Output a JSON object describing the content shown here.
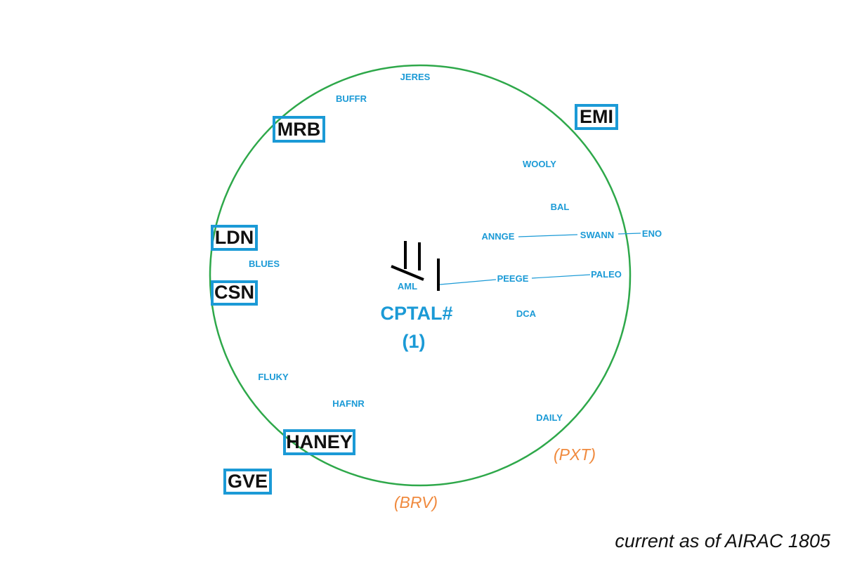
{
  "airspace": {
    "ring_color": "#2ea84a",
    "fix_color": "#1b9ad6",
    "orange_color": "#f08a3e"
  },
  "center": {
    "identifier": "CPTAL#",
    "version": "(1)",
    "airport": "AML"
  },
  "fixes": [
    {
      "id": "JERES",
      "name": "fix-jeres"
    },
    {
      "id": "BUFFR",
      "name": "fix-buffr"
    },
    {
      "id": "WOOLY",
      "name": "fix-wooly"
    },
    {
      "id": "BAL",
      "name": "fix-bal"
    },
    {
      "id": "ANNGE",
      "name": "fix-annge"
    },
    {
      "id": "SWANN",
      "name": "fix-swann"
    },
    {
      "id": "ENO",
      "name": "fix-eno"
    },
    {
      "id": "PEEGE",
      "name": "fix-peege"
    },
    {
      "id": "PALEO",
      "name": "fix-paleo"
    },
    {
      "id": "DCA",
      "name": "fix-dca"
    },
    {
      "id": "BLUES",
      "name": "fix-blues"
    },
    {
      "id": "FLUKY",
      "name": "fix-fluky"
    },
    {
      "id": "HAFNR",
      "name": "fix-hafnr"
    },
    {
      "id": "DAILY",
      "name": "fix-daily"
    }
  ],
  "navaids": [
    {
      "id": "EMI",
      "name": "navaid-emi"
    },
    {
      "id": "MRB",
      "name": "navaid-mrb"
    },
    {
      "id": "LDN",
      "name": "navaid-ldn"
    },
    {
      "id": "CSN",
      "name": "navaid-csn"
    },
    {
      "id": "HANEY",
      "name": "navaid-haney"
    },
    {
      "id": "GVE",
      "name": "navaid-gve"
    }
  ],
  "outside_labels": [
    {
      "id": "(PXT)",
      "name": "outside-pxt"
    },
    {
      "id": "(BRV)",
      "name": "outside-brv"
    }
  ],
  "footer": {
    "currency_note": "current as of AIRAC 1805"
  }
}
